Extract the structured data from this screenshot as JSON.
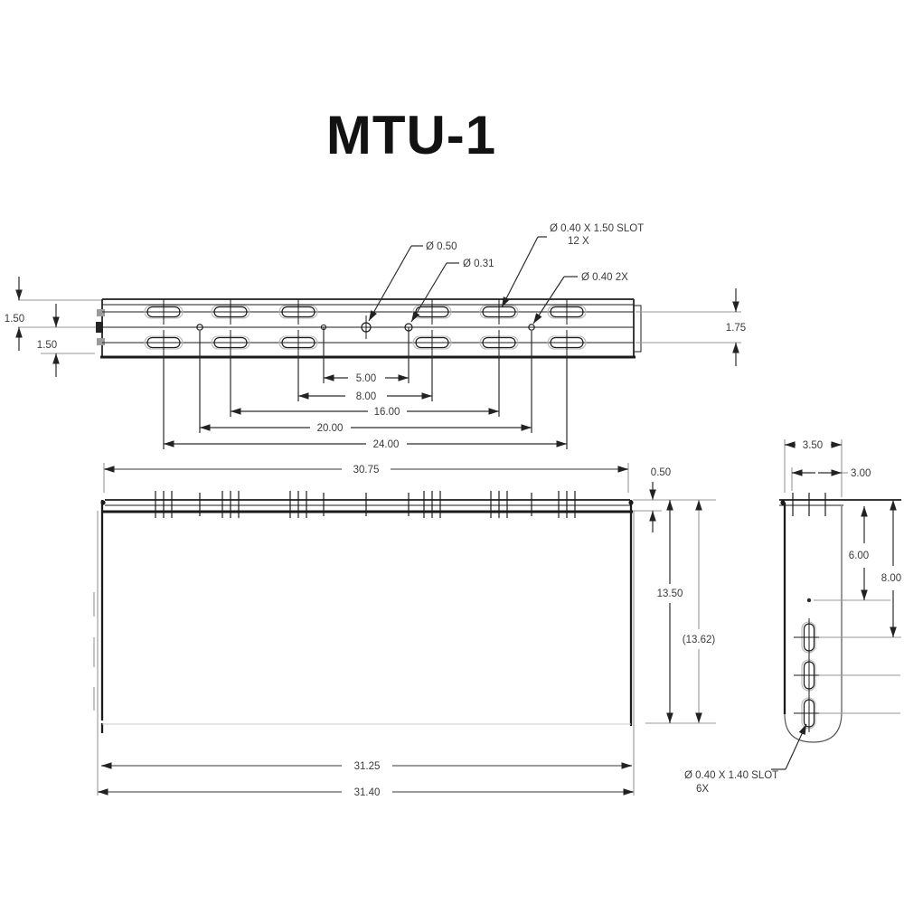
{
  "title": "MTU-1",
  "colors": {
    "line": "#1b1b1b",
    "dim_line": "#979797",
    "text": "#3a3a3a",
    "background": "#ffffff"
  },
  "top_view": {
    "callouts": {
      "center_hole": "Ø  0.50",
      "small_hole": "Ø  0.31",
      "slot_note_line1": "Ø  0.40 X 1.50 SLOT",
      "slot_note_line2": "12 X",
      "hole_pair": "Ø  0.40 2X"
    },
    "dims": {
      "edge_to_center": "1.50",
      "center_to_edge": "1.50",
      "row_spacing": "1.75",
      "chain": [
        "5.00",
        "8.00",
        "16.00",
        "20.00",
        "24.00"
      ]
    }
  },
  "front_view": {
    "dims": {
      "top_width": "30.75",
      "flange_height": "0.50",
      "height": "13.50",
      "overall_height": "(13.62)",
      "bottom_width_inner": "31.25",
      "bottom_width": "31.40"
    }
  },
  "side_view": {
    "dims": {
      "depth": "3.50",
      "inner_depth": "3.00",
      "to_ref_point": "6.00",
      "to_first_slot": "8.00"
    },
    "callout_line1": "Ø  0.40 X 1.40 SLOT",
    "callout_line2": "6X"
  }
}
